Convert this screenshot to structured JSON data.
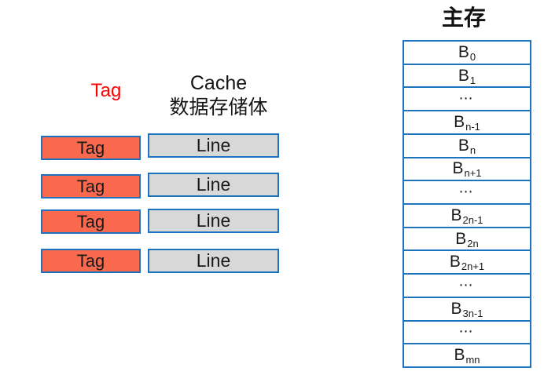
{
  "colors": {
    "border_blue": "#1e73be",
    "tag_fill": "#f9694e",
    "line_fill": "#d8d8d8",
    "header_red": "#ff0000",
    "text_color": "#1a1a1a"
  },
  "cache": {
    "tag_header": "Tag",
    "header_line1": "Cache",
    "header_line2": "数据存储体",
    "tag_boxes": [
      "Tag",
      "Tag",
      "Tag",
      "Tag"
    ],
    "line_boxes": [
      "Line",
      "Line",
      "Line",
      "Line"
    ]
  },
  "main_memory": {
    "title": "主存",
    "blocks": [
      {
        "base": "B",
        "sub": "0"
      },
      {
        "base": "B",
        "sub": "1"
      },
      {
        "base": "⋯",
        "sub": ""
      },
      {
        "base": "B",
        "sub": "n-1"
      },
      {
        "base": "B",
        "sub": "n"
      },
      {
        "base": "B",
        "sub": "n+1"
      },
      {
        "base": "⋯",
        "sub": ""
      },
      {
        "base": "B",
        "sub": "2n-1"
      },
      {
        "base": "B",
        "sub": "2n"
      },
      {
        "base": "B",
        "sub": "2n+1"
      },
      {
        "base": "⋯",
        "sub": ""
      },
      {
        "base": "B",
        "sub": "3n-1"
      },
      {
        "base": "⋯",
        "sub": ""
      },
      {
        "base": "B",
        "sub": "mn"
      }
    ]
  }
}
